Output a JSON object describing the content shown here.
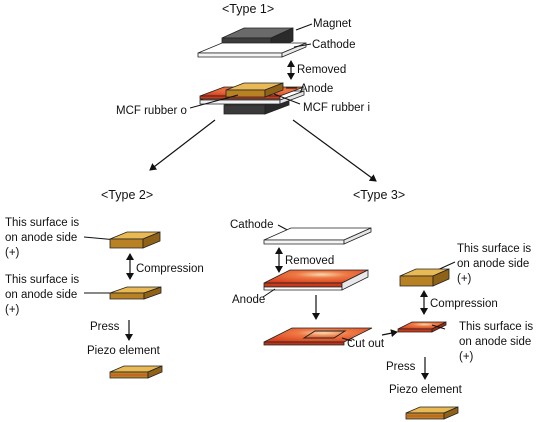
{
  "type1": {
    "title": "<Type 1>",
    "magnet": "Magnet",
    "cathode": "Cathode",
    "removed": "Removed",
    "anode": "Anode",
    "mcf_o": "MCF rubber o",
    "mcf_i": "MCF rubber i"
  },
  "type2": {
    "title": "<Type 2>",
    "surface_a": [
      "This surface is",
      "on anode side",
      "(+)"
    ],
    "compression": "Compression",
    "surface_b": [
      "This surface is",
      "on anode side",
      "(+)"
    ],
    "press": "Press",
    "piezo": "Piezo element"
  },
  "type3": {
    "title": "<Type 3>",
    "cathode": "Cathode",
    "removed": "Removed",
    "anode": "Anode",
    "cut_out": "Cut out",
    "surface_a": [
      "This surface is",
      "on anode side",
      "(+)"
    ],
    "compression": "Compression",
    "surface_b": [
      "This surface is",
      "on anode side",
      "(+)"
    ],
    "press": "Press",
    "piezo": "Piezo element"
  },
  "colors": {
    "magnet": "#444444",
    "rubber": "#c8961e",
    "anode": "#e2542a",
    "cathode": "#ffffff"
  }
}
